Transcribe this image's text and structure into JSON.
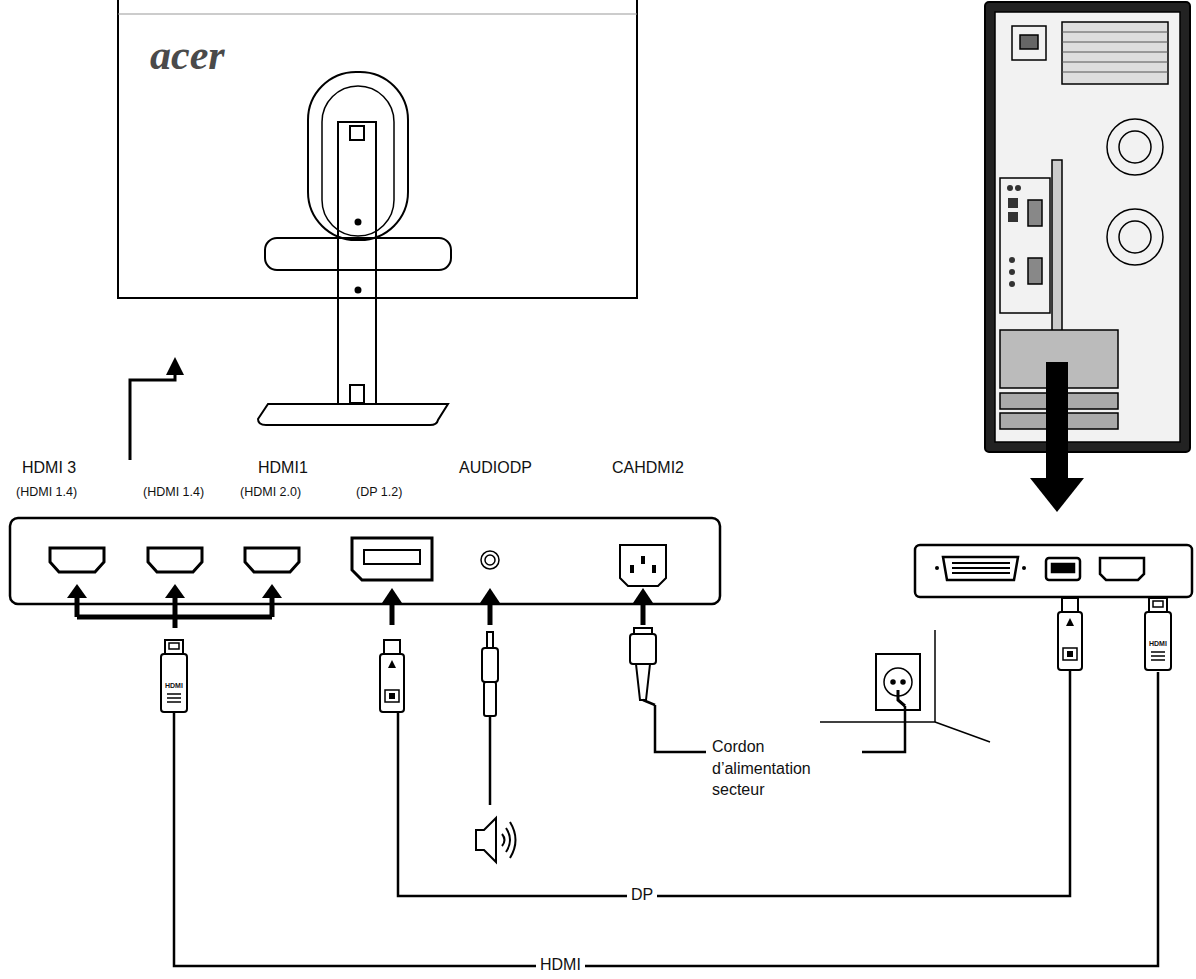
{
  "diagram": {
    "labels": [
      "acer",
      "HDMI 3",
      "(HDMI 1.4)",
      "(HDMI 1.4)",
      "HDMI1",
      "(HDMI 2.0)",
      "(DP 1.2)",
      "AUDIODP",
      "CAHDMI2",
      "HDMI",
      "HDMI",
      "Cordon d’alimentation secteur",
      "DP",
      "HDMI"
    ]
  }
}
